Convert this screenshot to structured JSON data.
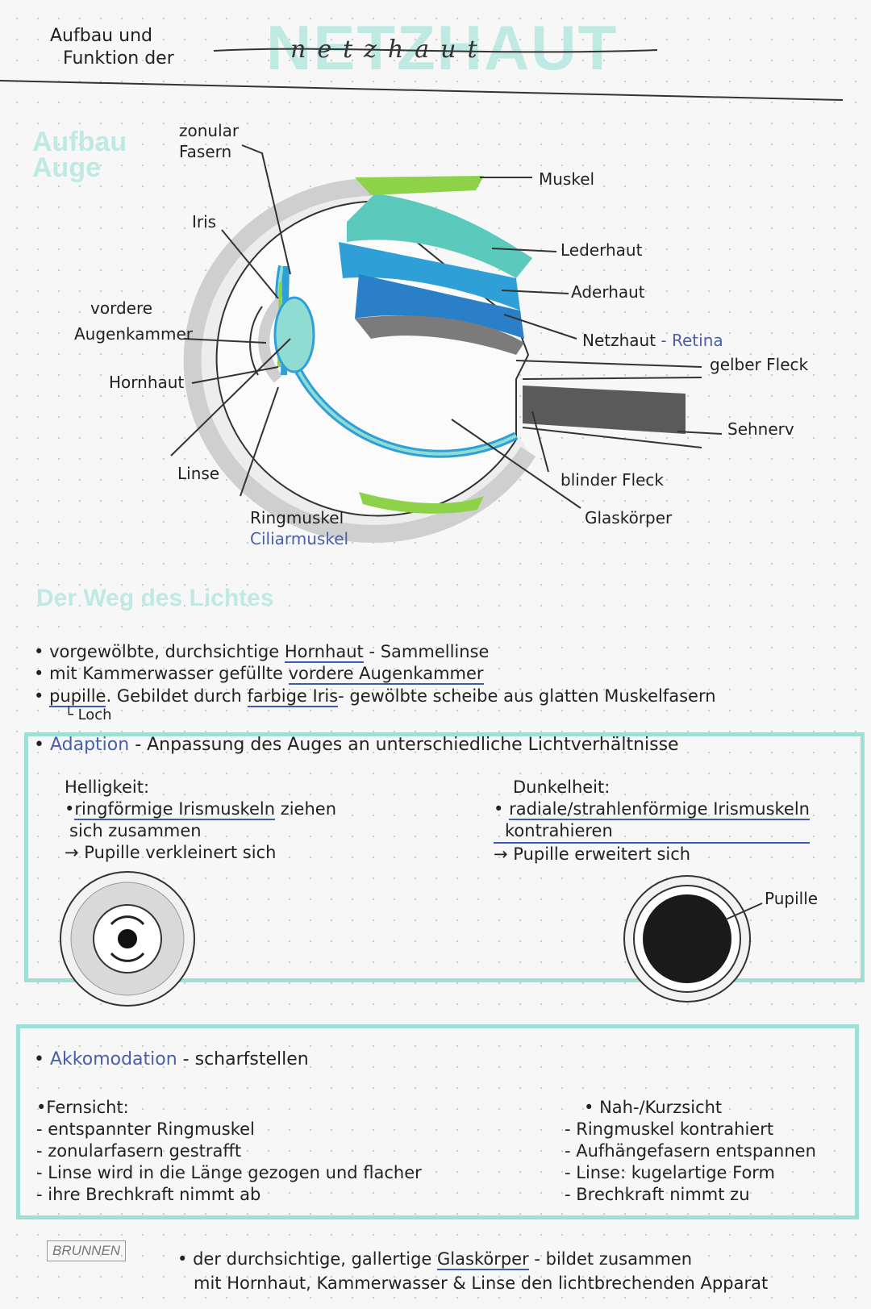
{
  "header": {
    "subtitle_line1": "Aufbau und",
    "subtitle_line2": "Funktion der",
    "title_big": "NETZHAUT",
    "title_script": "netzhaut"
  },
  "section1": {
    "heading_line1": "Aufbau",
    "heading_line2": "Auge"
  },
  "labels": {
    "zonular": "zonular",
    "fasern": "Fasern",
    "iris": "Iris",
    "vordere": "vordere",
    "augenkammer": "Augenkammer",
    "hornhaut": "Hornhaut",
    "linse": "Linse",
    "ringmuskel": "Ringmuskel",
    "ciliarmuskel": "Ciliarmuskel",
    "muskel": "Muskel",
    "lederhaut": "Lederhaut",
    "aderhaut": "Aderhaut",
    "netzhaut": "Netzhaut",
    "retina_sep": "-",
    "retina": "Retina",
    "gelber_fleck": "gelber Fleck",
    "sehnerv": "Sehnerv",
    "blinder_fleck": "blinder Fleck",
    "glaskoerper": "Glaskörper"
  },
  "section2": {
    "heading": "Der Weg des Lichtes",
    "bullets": [
      {
        "prefix": "vorgewölbte, durchsichtige ",
        "term": "Hornhaut",
        "suffix": " - Sammellinse"
      },
      {
        "prefix": "mit Kammerwasser gefüllte ",
        "term": "vordere Augenkammer",
        "suffix": ""
      },
      {
        "prefix": "",
        "term": "pupille",
        "mid": ". Gebildet durch ",
        "term2": "farbige Iris",
        "suffix": "- gewölbte scheibe aus glatten Muskelfasern"
      }
    ],
    "loch": "Loch"
  },
  "adaption": {
    "title": "Adaption",
    "desc": "- Anpassung des Auges an unterschiedliche Lichtverhältnisse",
    "left_title": "Helligkeit:",
    "left_l1a": "ringförmige Irismuskeln",
    "left_l1b": "ziehen",
    "left_l2": "sich zusammen",
    "left_l3": "→ Pupille verkleinert sich",
    "right_title": "Dunkelheit:",
    "right_l1": "radiale/strahlenförmige Irismuskeln",
    "right_l2": "kontrahieren",
    "right_l3": "→ Pupille erweitert sich",
    "pupille_label": "Pupille"
  },
  "akkomodation": {
    "title": "Akkomodation",
    "desc": "- scharfstellen",
    "left_title": "Fernsicht:",
    "left_items": [
      "- entspannter Ringmuskel",
      "- zonularfasern gestrafft",
      "- Linse wird in die Länge gezogen und flacher",
      "- ihre Brechkraft nimmt ab"
    ],
    "right_title": "Nah-/Kurzsicht",
    "right_items": [
      "- Ringmuskel kontrahiert",
      "- Aufhängefasern entspannen",
      "- Linse: kugelartige Form",
      "- Brechkraft nimmt zu"
    ]
  },
  "footer": {
    "brand": "BRUNNEN",
    "line1_a": "der durchsichtige, gallertige ",
    "line1_term": "Glaskörper",
    "line1_b": " - bildet zusammen",
    "line2": "mit Hornhaut, Kammerwasser & Linse den lichtbrechenden Apparat"
  },
  "colors": {
    "mint": "#8fdcd3",
    "teal": "#6fd0c4",
    "blue": "#2f9fd8",
    "green": "#8ed24a",
    "gray": "#7b7b7b",
    "accent_text": "#4a5fa8"
  }
}
